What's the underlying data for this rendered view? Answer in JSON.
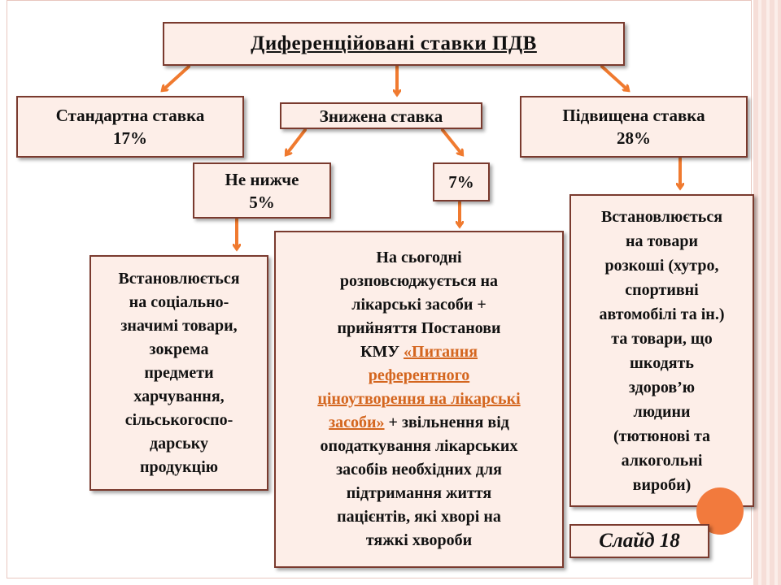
{
  "title": "Диференційовані ставки ПДВ",
  "standard_rate": {
    "line1": "Стандартна ставка",
    "line2": "17%"
  },
  "reduced_rate": {
    "label": "Знижена  ставка"
  },
  "increased_rate": {
    "line1": "Підвищена ставка",
    "line2": "28%"
  },
  "not_lower": {
    "line1": "Не нижче",
    "line2": "5%"
  },
  "seven_percent": {
    "label": "7%"
  },
  "left_desc": {
    "lines": [
      "Встановлюється",
      "на соціально-",
      "значимі товари,",
      "зокрема",
      "предмети",
      "харчування,",
      "сільськогоспо-",
      "дарську",
      "продукцію"
    ]
  },
  "middle_desc": {
    "line1": "На сьогодні",
    "line2": "розповсюджується на",
    "line3": "лікарські засоби +",
    "line4": "прийняття Постанови",
    "line5_prefix": "КМУ ",
    "link_line1": "«Питання",
    "link_line2": "референтного",
    "link_line3": "ціноутворення на лікарські",
    "link_line4": "засоби»",
    "line8_suffix": " + звільнення від",
    "line9": "оподаткування лікарських",
    "line10": "засобів необхідних для",
    "line11": "підтримання життя",
    "line12": "пацієнтів, які хворі на",
    "line13": "тяжкі хвороби"
  },
  "right_desc": {
    "lines": [
      "Встановлюється",
      "на товари",
      "розкоші (хутро,",
      "спортивні",
      "автомобілі та ін.)",
      "та товари, що",
      "шкодять",
      "здоров’ю",
      "людини",
      "(тютюнові та",
      "алкогольні",
      "вироби)"
    ]
  },
  "slide_label": "Слайд 18",
  "colors": {
    "arrow": "#f07a2f",
    "box_fill": "#fdeee8",
    "box_border": "#7a3a2e",
    "link": "#d4661f",
    "circle": "#f27a3d"
  }
}
